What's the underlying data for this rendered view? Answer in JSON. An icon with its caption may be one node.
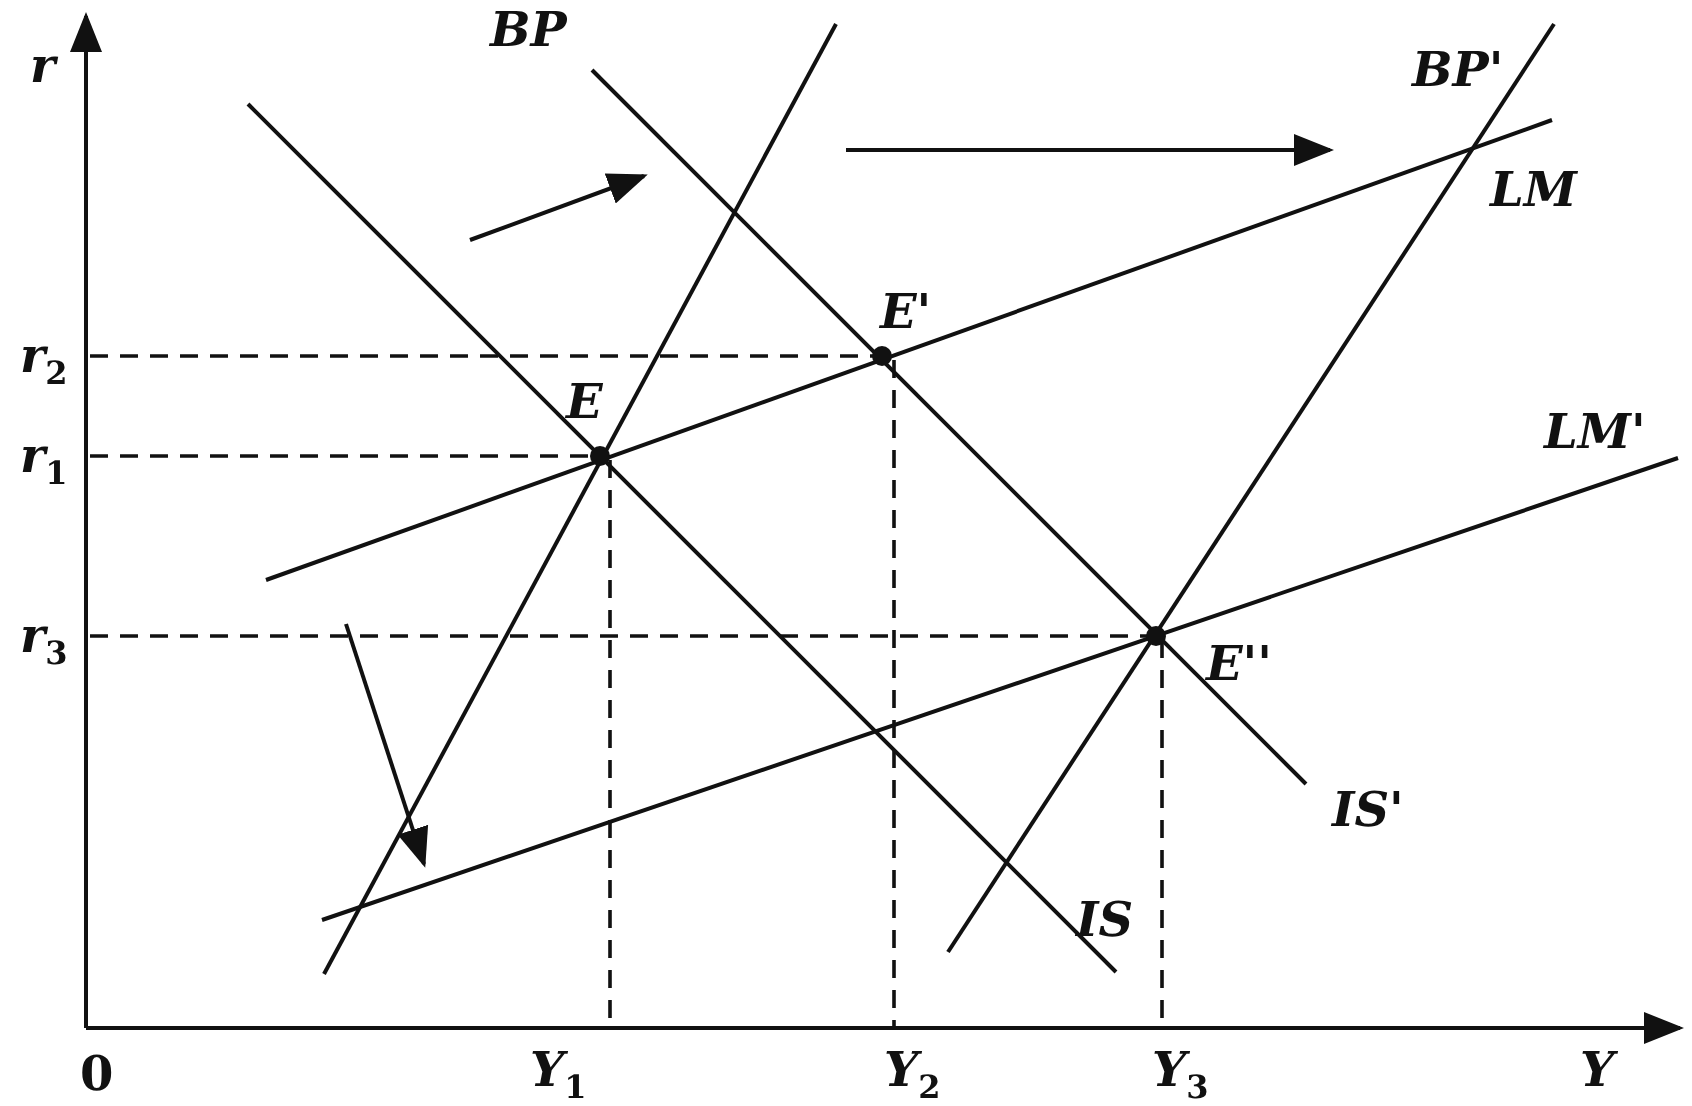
{
  "diagram": {
    "labels": [
      "BP",
      "r",
      "BP'",
      "LM",
      "E'",
      "r$_{2}$",
      "E",
      "r$_{1}$",
      "LM'",
      "r$_{3}$",
      "E''",
      "IS'",
      "IS",
      "0",
      "Y$_{1}$",
      "Y$_{2}$",
      "Y$_{3}$",
      "Y"
    ]
  }
}
